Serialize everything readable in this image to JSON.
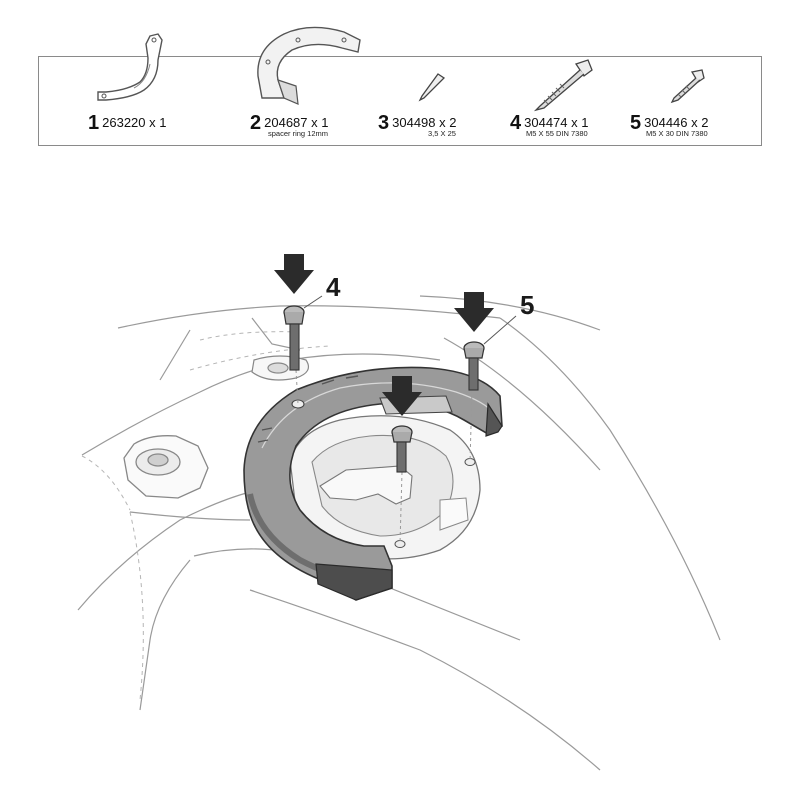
{
  "parts": [
    {
      "number": "1",
      "code": "263220 x 1",
      "spec": ""
    },
    {
      "number": "2",
      "code": "204687 x 1",
      "spec": "spacer ring 12mm"
    },
    {
      "number": "3",
      "code": "304498 x 2",
      "spec": "3,5 X 25"
    },
    {
      "number": "4",
      "code": "304474 x 1",
      "spec": "M5 X 55 DIN 7380"
    },
    {
      "number": "5",
      "code": "304446 x 2",
      "spec": "M5 X 30 DIN 7380"
    }
  ],
  "callouts": {
    "screw_long": "4",
    "screw_short": "5"
  },
  "colors": {
    "line": "#9a9a9a",
    "ring_fill": "#8e8e8e",
    "ring_dark": "#4d4d4d",
    "arrow": "#2b2b2b"
  }
}
